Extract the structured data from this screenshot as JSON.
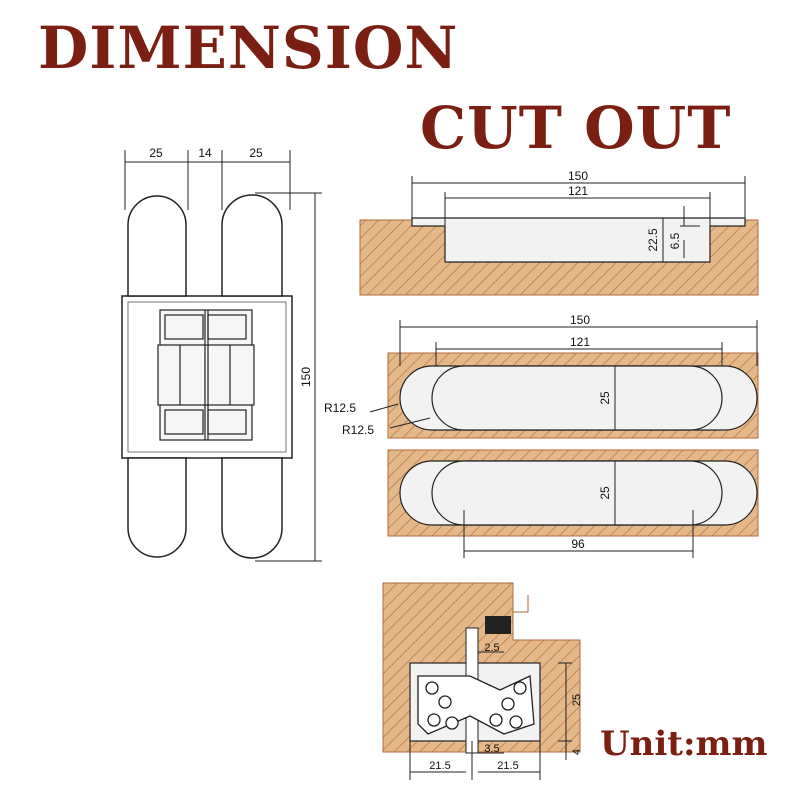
{
  "title": {
    "line1": "DIMENSION",
    "line2": "CUT OUT"
  },
  "unit_label": "Unit:mm",
  "colors": {
    "title": "#7a1f12",
    "wood": "#e4b889",
    "hatch": "#b06a3a"
  },
  "front_view": {
    "w_left": "25",
    "w_mid": "14",
    "w_right": "25",
    "height": "150"
  },
  "recess_section": {
    "outer": "150",
    "inner": "121",
    "depth": "22.5",
    "step": "6.5"
  },
  "top_cutout": {
    "outer": "150",
    "inner": "121",
    "width": "25",
    "r_outer": "R12.5",
    "r_inner": "R12.5"
  },
  "second_cutout": {
    "width": "25",
    "pitch": "96"
  },
  "detail_section": {
    "gap": "2.5",
    "depth": "25",
    "offset": "3.5",
    "bottom": "4",
    "left": "21.5",
    "right": "21.5"
  }
}
